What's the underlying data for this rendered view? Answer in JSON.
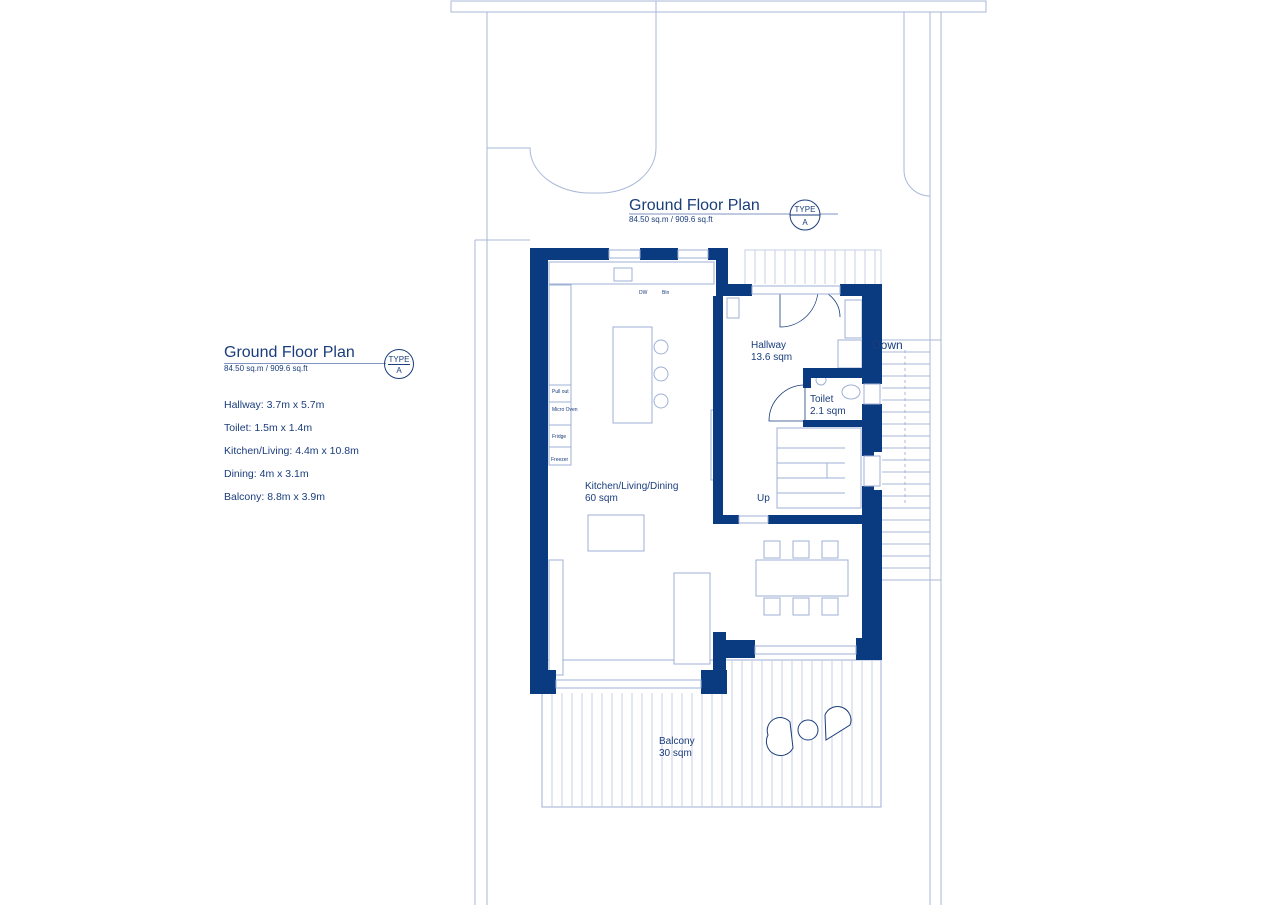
{
  "main_plan": {
    "title": "Ground Floor Plan",
    "area": "84.50 sq.m / 909.6 sq.ft",
    "type_label": "TYPE",
    "type_value": "A"
  },
  "side_panel": {
    "title": "Ground Floor Plan",
    "area": "84.50 sq.m / 909.6 sq.ft",
    "type_label": "TYPE",
    "type_value": "A",
    "rooms": [
      "Hallway: 3.7m x 5.7m",
      "Toilet: 1.5m x 1.4m",
      "Kitchen/Living: 4.4m x 10.8m",
      "Dining: 4m x 3.1m",
      "Balcony: 8.8m x 3.9m"
    ]
  },
  "rooms": {
    "hallway": {
      "name": "Hallway",
      "area": "13.6 sqm"
    },
    "toilet": {
      "name": "Toilet",
      "area": "2.1 sqm"
    },
    "kitchen": {
      "name": "Kitchen/Living/Dining",
      "area": "60 sqm"
    },
    "balcony": {
      "name": "Balcony",
      "area": "30 sqm"
    }
  },
  "annotations": {
    "stairs_down": "Down",
    "stairs_up": "Up",
    "dw": "DW",
    "bin": "Bin",
    "pull_out": "Pull out",
    "micro_oven": "Micro Oven",
    "fridge": "Fridge",
    "freezer": "Freezer"
  },
  "colors": {
    "wall": "#0a3a80",
    "line": "#9fb0d4",
    "text": "#1a3d7c"
  }
}
